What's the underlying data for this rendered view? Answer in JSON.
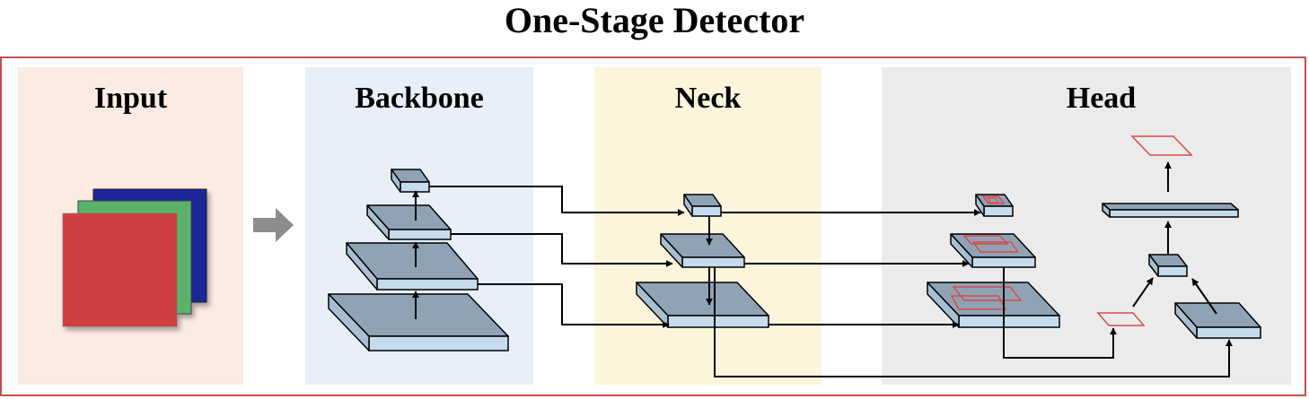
{
  "title": "One-Stage Detector",
  "stages": {
    "input": "Input",
    "backbone": "Backbone",
    "neck": "Neck",
    "head": "Head"
  },
  "colors": {
    "input_bg": "#fbebe3",
    "backbone_bg": "#e8eff8",
    "neck_bg": "#fcf5dc",
    "head_bg": "#ebebeb",
    "frame": "#c0504d",
    "block_top": "#8fa3b5",
    "block_side": "#c5dcef",
    "channel_red": "#d04040",
    "channel_green": "#5cb26a",
    "channel_blue": "#1c2898",
    "box_outline": "#d94a4a",
    "flow_arrow": "#8c8c8c"
  }
}
